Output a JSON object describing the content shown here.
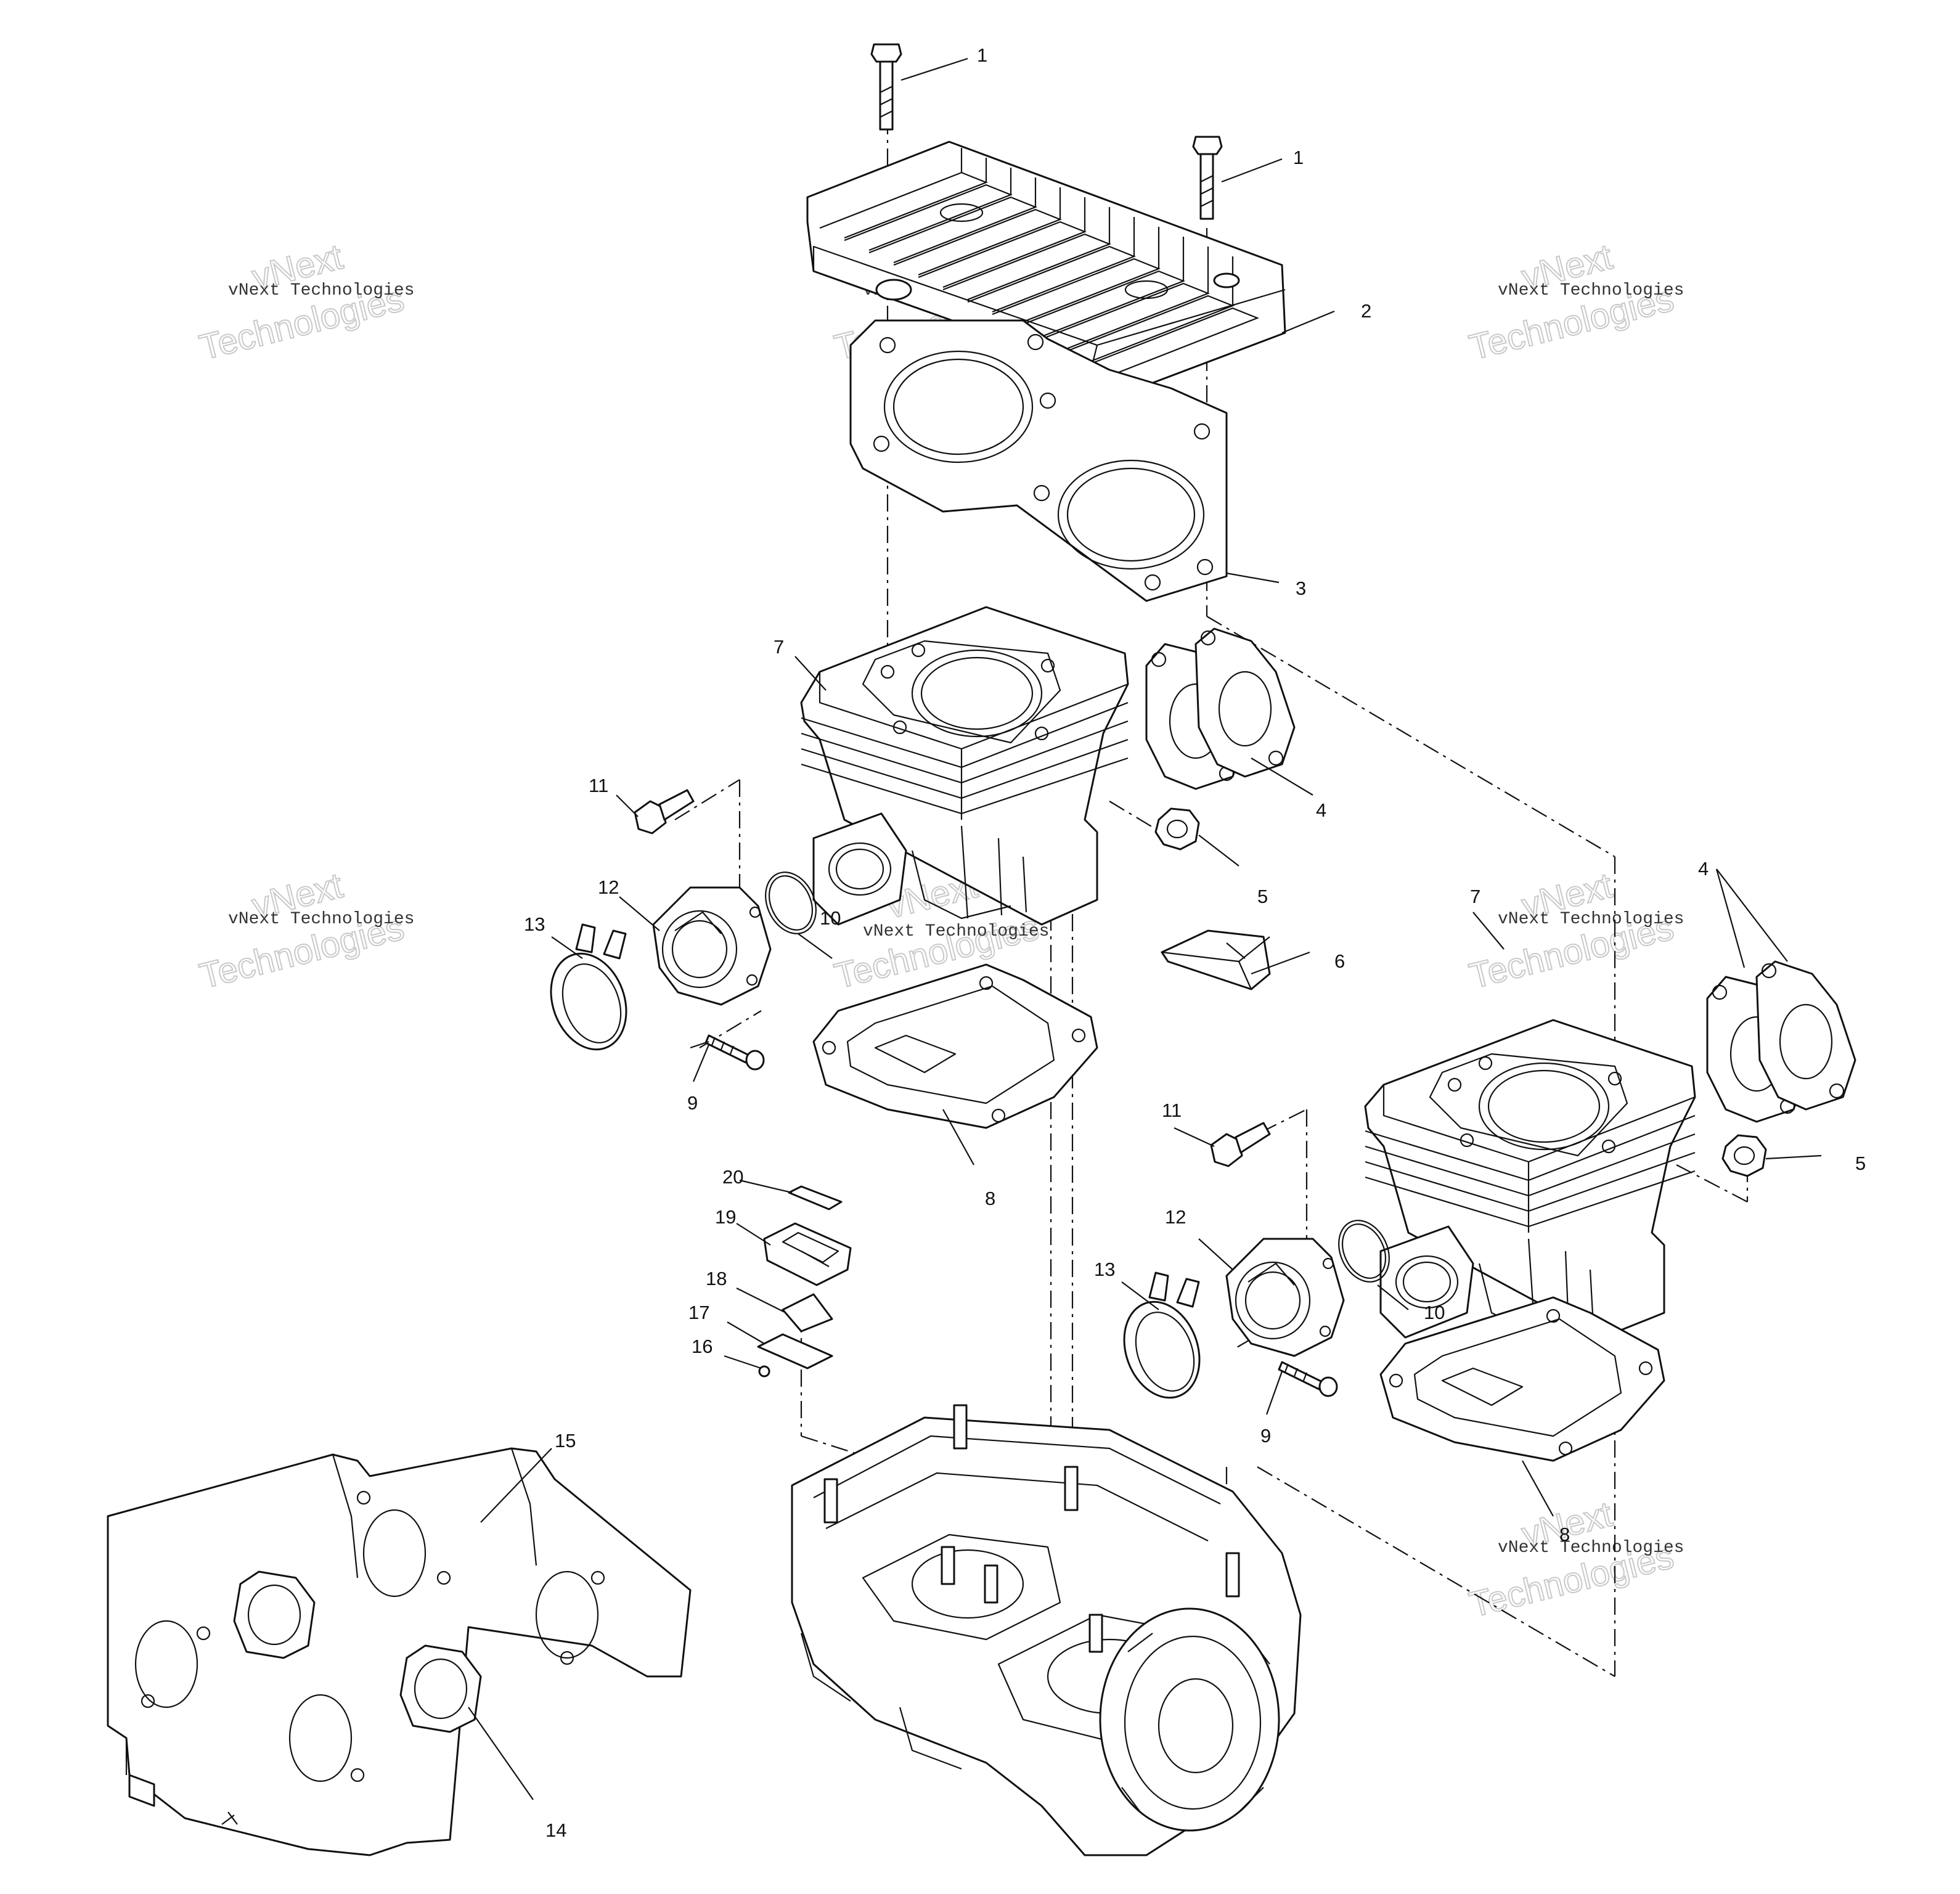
{
  "diagram": {
    "watermark": {
      "brand": "vNext",
      "company": "vNext Technologies",
      "brand_line": "Technologies"
    },
    "callouts": [
      {
        "id": "c1a",
        "label": "1"
      },
      {
        "id": "c1b",
        "label": "1"
      },
      {
        "id": "c2",
        "label": "2"
      },
      {
        "id": "c3",
        "label": "3"
      },
      {
        "id": "c4a",
        "label": "4"
      },
      {
        "id": "c4b",
        "label": "4"
      },
      {
        "id": "c5a",
        "label": "5"
      },
      {
        "id": "c5b",
        "label": "5"
      },
      {
        "id": "c6",
        "label": "6"
      },
      {
        "id": "c7a",
        "label": "7"
      },
      {
        "id": "c7b",
        "label": "7"
      },
      {
        "id": "c8a",
        "label": "8"
      },
      {
        "id": "c8b",
        "label": "8"
      },
      {
        "id": "c9a",
        "label": "9"
      },
      {
        "id": "c9b",
        "label": "9"
      },
      {
        "id": "c10a",
        "label": "10"
      },
      {
        "id": "c10b",
        "label": "10"
      },
      {
        "id": "c11a",
        "label": "11"
      },
      {
        "id": "c11b",
        "label": "11"
      },
      {
        "id": "c12a",
        "label": "12"
      },
      {
        "id": "c12b",
        "label": "12"
      },
      {
        "id": "c13a",
        "label": "13"
      },
      {
        "id": "c13b",
        "label": "13"
      },
      {
        "id": "c14",
        "label": "14"
      },
      {
        "id": "c15",
        "label": "15"
      },
      {
        "id": "c16",
        "label": "16"
      },
      {
        "id": "c17",
        "label": "17"
      },
      {
        "id": "c18",
        "label": "18"
      },
      {
        "id": "c19",
        "label": "19"
      },
      {
        "id": "c20",
        "label": "20"
      }
    ]
  }
}
